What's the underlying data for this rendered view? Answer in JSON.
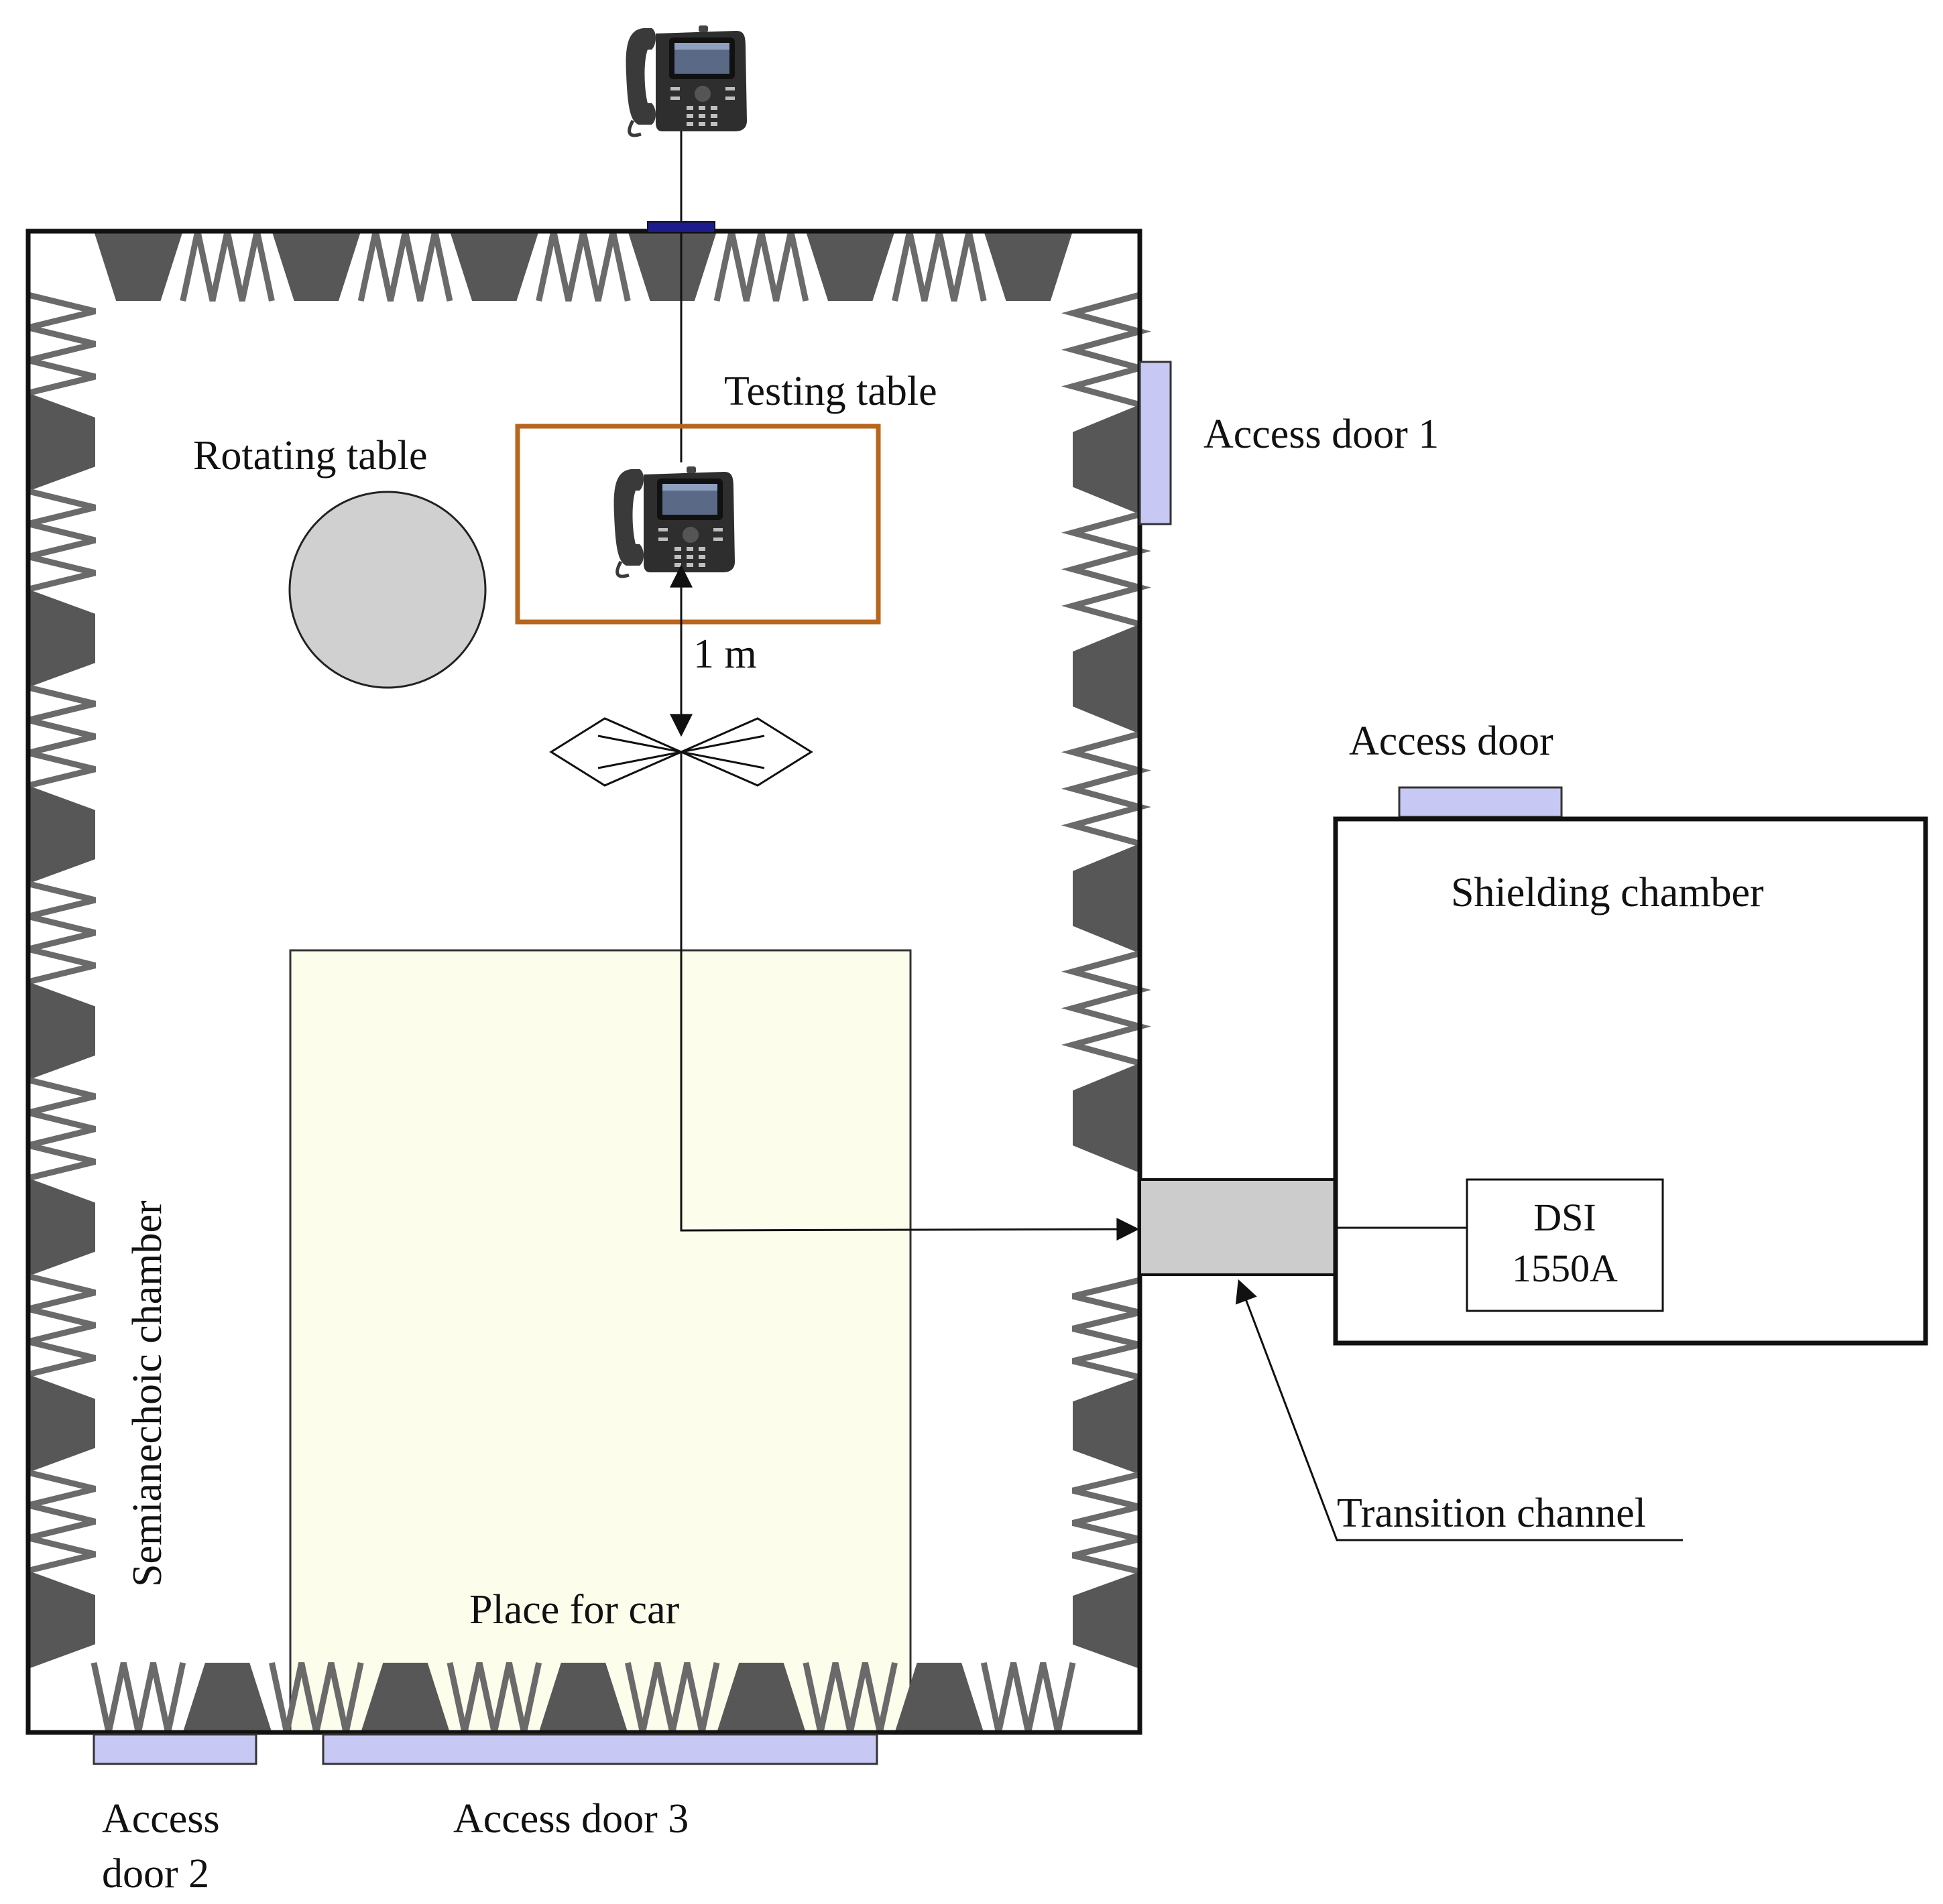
{
  "labels": {
    "testing_table": "Testing table",
    "rotating_table": "Rotating table",
    "access_door_1": "Access door 1",
    "distance": "1 m",
    "access_door": "Access door",
    "shielding_chamber": "Shielding chamber",
    "dsi_line1": "DSI",
    "dsi_line2": "1550A",
    "place_for_car": "Place for car",
    "transition_channel": "Transition channel",
    "semianechoic_chamber": "Semianechoic chamber",
    "access_door_2_line1": "Access",
    "access_door_2_line2": "door 2",
    "access_door_3": "Access door 3"
  },
  "colors": {
    "absorber_dark": "#575757",
    "absorber_line": "#6a6a6a",
    "door": "#c8c8f4",
    "door_border": "#333333",
    "testing_table_border": "#b8651e",
    "rotating_table_fill": "#d0d0d0",
    "car_area": "#fdfdec",
    "transition_fill": "#cccccc",
    "feedthrough": "#1c1c8c",
    "line": "#111111"
  },
  "icons": {
    "phone_outside": "desk-phone-icon",
    "phone_on_table": "desk-phone-icon",
    "antenna": "biconical-antenna-icon"
  }
}
